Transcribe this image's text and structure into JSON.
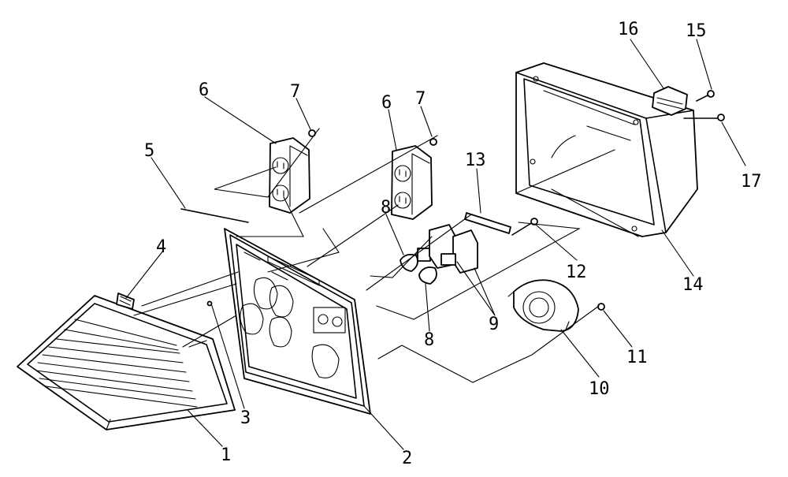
{
  "diagram": {
    "callouts": [
      {
        "id": "c1",
        "text": "1"
      },
      {
        "id": "c2",
        "text": "2"
      },
      {
        "id": "c3",
        "text": "3"
      },
      {
        "id": "c4",
        "text": "4"
      },
      {
        "id": "c5",
        "text": "5"
      },
      {
        "id": "c6a",
        "text": "6"
      },
      {
        "id": "c6b",
        "text": "6"
      },
      {
        "id": "c7a",
        "text": "7"
      },
      {
        "id": "c7b",
        "text": "7"
      },
      {
        "id": "c8a",
        "text": "8"
      },
      {
        "id": "c8b",
        "text": "8"
      },
      {
        "id": "c9",
        "text": "9"
      },
      {
        "id": "c10",
        "text": "10"
      },
      {
        "id": "c11",
        "text": "11"
      },
      {
        "id": "c12",
        "text": "12"
      },
      {
        "id": "c13",
        "text": "13"
      },
      {
        "id": "c14",
        "text": "14"
      },
      {
        "id": "c15",
        "text": "15"
      },
      {
        "id": "c16",
        "text": "16"
      },
      {
        "id": "c17",
        "text": "17"
      }
    ]
  }
}
